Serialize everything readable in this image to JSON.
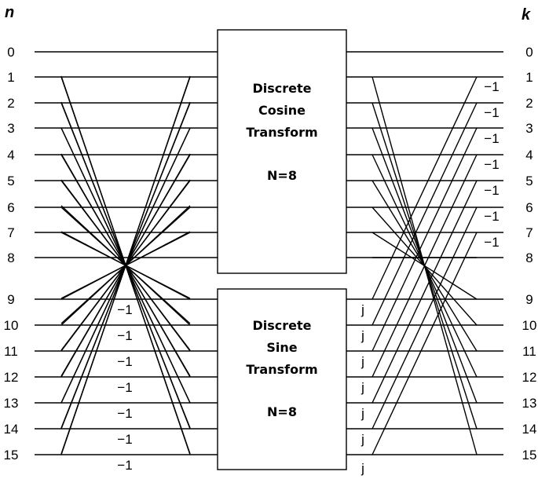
{
  "axes": {
    "left": "n",
    "right": "k"
  },
  "indices": [
    "0",
    "1",
    "2",
    "3",
    "4",
    "5",
    "6",
    "7",
    "8",
    "9",
    "10",
    "11",
    "12",
    "13",
    "14",
    "15"
  ],
  "dct_box": {
    "lines": [
      "Discrete",
      "Cosine",
      "Transform",
      "N=8"
    ]
  },
  "dst_box": {
    "lines": [
      "Discrete",
      "Sine",
      "Transform",
      "N=8"
    ]
  },
  "weights": {
    "left_minus": [
      "−1",
      "−1",
      "−1",
      "−1",
      "−1",
      "−1",
      "−1"
    ],
    "right_minus": [
      "−1",
      "−1",
      "−1",
      "−1",
      "−1",
      "−1",
      "−1"
    ],
    "j": [
      "j",
      "j",
      "j",
      "j",
      "j",
      "j",
      "j"
    ]
  }
}
